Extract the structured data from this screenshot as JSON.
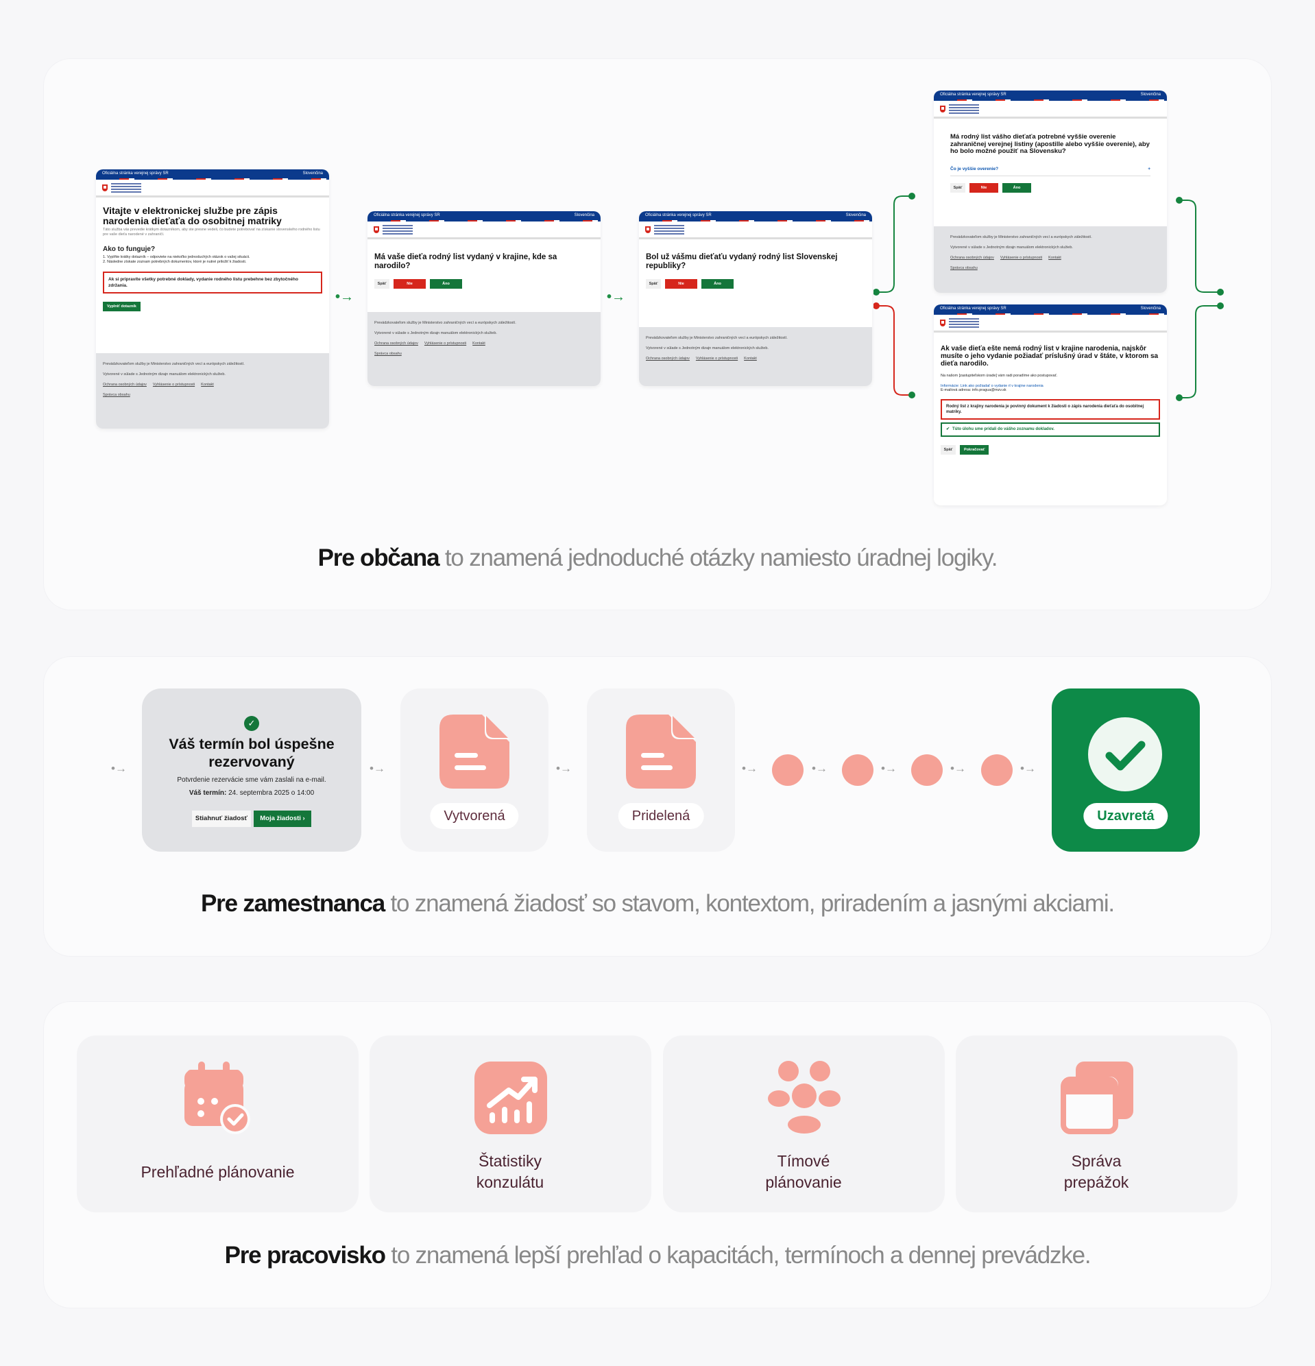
{
  "screens": {
    "gov_bar": "Oficiálna stránka verejnej správy SR",
    "lang": "Slovenčina",
    "welcome": {
      "title": "Vitajte v elektronickej službe pre zápis narodenia dieťaťa do osobitnej matriky",
      "intro": "Táto služba vás prevedie krátkym dotazníkom, aby ste presne vedeli, čo budete potrebovať na získanie slovenského rodného listu pre vaše dieťa narodené v zahraničí.",
      "how": "Ako to funguje?",
      "step1": "1. Vyplňte krátky dotazník – odpoviete na niekoľko jednoduchých otázok o vašej situácii.",
      "step2": "2. Následne získate zoznam potrebných dokumentov, ktoré je nutné priložiť k žiadosti.",
      "warn": "Ak si pripravíte všetky potrebné doklady, vydanie rodného listu prebehne bez zbytočného zdržania.",
      "cta": "Vyplniť dotazník"
    },
    "q1": "Má vaše dieťa rodný list vydaný v krajine, kde sa narodilo?",
    "q2": "Bol už vášmu dieťaťu vydaný rodný list Slovenskej republiky?",
    "q3": "Má rodný list vášho dieťaťa potrebné vyššie overenie zahraničnej verejnej listiny (apostille alebo vyššie overenie), aby ho bolo možné použiť na Slovensku?",
    "q3_accordion": "Čo je vyššie overenie?",
    "q4": "Ak vaše dieťa ešte nemá rodný list v krajine narodenia, najskôr musíte o jeho vydanie požiadať príslušný úrad v štáte, v ktorom sa dieťa narodilo.",
    "q4_note": "Na našom [zastupiteľskom úrade] vám radi poradíme ako postupovať.",
    "q4_info": "Informácie: Link ako požiadať o vydanie rl v krajine narodenia",
    "q4_mail": "E-mailová adresa: info.pragua@mzv.sk",
    "q4_warn": "Rodný list z krajiny narodenia je povinný dokument k žiadosti o zápis narodenia dieťaťa do osobitnej matriky.",
    "q4_ok": "Túto úlohu sme pridali do vášho zoznamu dokladov.",
    "back": "Späť",
    "no": "Nie",
    "yes": "Áno",
    "continue": "Pokračovať",
    "footer_op": "Prevádzkovateľom služby je Ministerstvo zahraničných vecí a európskych záležitostí.",
    "footer_made": "Vytvorené v súlade s Jednotným dizajn manuálom elektronických služieb.",
    "footer_links": [
      "Ochrana osobných údajov",
      "Vyhlásenie o prístupnosti",
      "Kontakt"
    ],
    "footer_admin": "Správca obsahu"
  },
  "caption1": {
    "bold": "Pre občana",
    "rest": " to znamená jednoduché otázky namiesto úradnej logiky."
  },
  "confirm": {
    "title": "Váš termín bol úspešne rezervovaný",
    "sub": "Potvrdenie rezervácie sme vám zaslali na e-mail.",
    "term_label": "Váš termín:",
    "term_value": " 24. septembra 2025 o  14:00",
    "btn_download": "Stiahnuť žiadosť",
    "btn_requests": "Moja žiadosti"
  },
  "states": {
    "created": "Vytvorená",
    "assigned": "Pridelená",
    "closed": "Uzavretá"
  },
  "caption2": {
    "bold": "Pre zamestnanca",
    "rest": " to znamená žiadosť so stavom, kontextom, priradením a jasnými akciami."
  },
  "features": [
    "Prehľadné plánovanie",
    "Štatistiky konzulátu",
    "Tímové plánovanie",
    "Správa prepážok"
  ],
  "caption3": {
    "bold": "Pre pracovisko",
    "rest": " to znamená lepší prehľad o kapacitách, termínoch a dennej prevádzke."
  },
  "colors": {
    "accent": "#f5a196",
    "green": "#0d8a48",
    "red": "#d6261c",
    "navy": "#0b3a8c"
  }
}
